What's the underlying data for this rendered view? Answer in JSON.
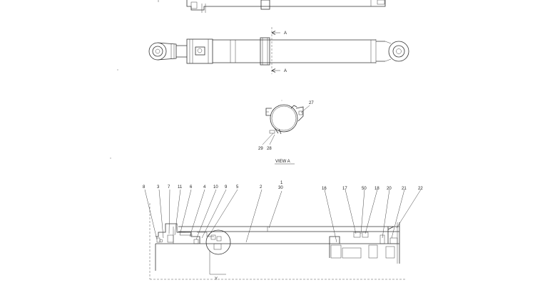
{
  "labels": {
    "section_mark_top": "A",
    "section_mark_bottom": "A",
    "view_title": "VIEW A",
    "detail_mark": "Y"
  },
  "view_a_callouts": [
    "27",
    "29",
    "28"
  ],
  "assembly_callouts": {
    "left_group": [
      "8",
      "3",
      "7",
      "11",
      "6",
      "4",
      "10",
      "9",
      "5",
      "2"
    ],
    "top_pair": [
      "1",
      "30"
    ],
    "right_group": [
      "16",
      "17",
      "50",
      "18",
      "20",
      "21",
      "22"
    ]
  }
}
